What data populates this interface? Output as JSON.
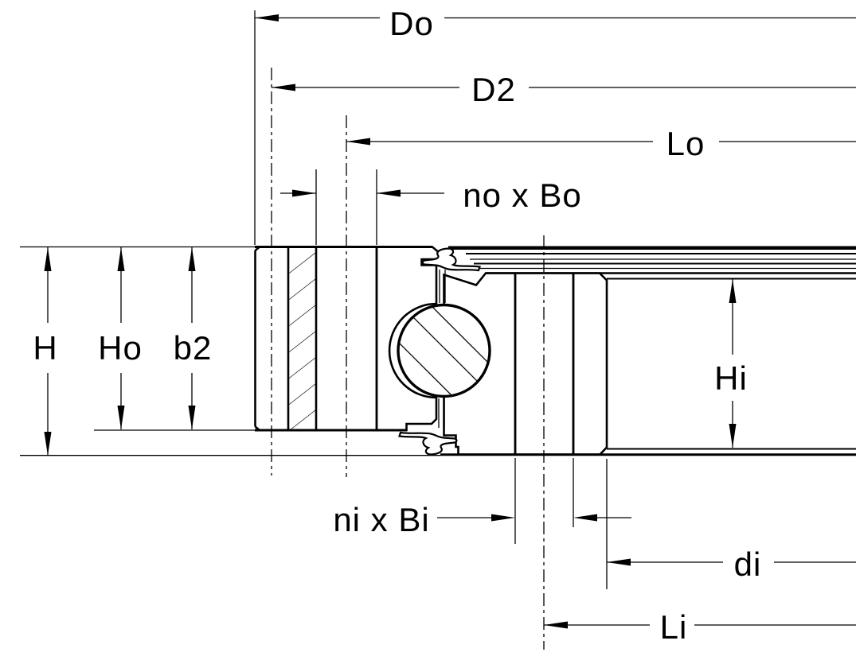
{
  "page": {
    "background": "#ffffff",
    "ink": "#000000"
  },
  "diagram": {
    "dimensions": {
      "do": {
        "label": "Do"
      },
      "d2": {
        "label": "D2"
      },
      "lo": {
        "label": "Lo"
      },
      "no_x_bo": {
        "label": "no x Bo"
      },
      "h": {
        "label": "H"
      },
      "ho": {
        "label": "Ho"
      },
      "b2": {
        "label": "b2"
      },
      "hi": {
        "label": "Hi"
      },
      "ni_x_bi": {
        "label": "ni x Bi"
      },
      "di": {
        "label": "di"
      },
      "li": {
        "label": "Li"
      }
    }
  }
}
